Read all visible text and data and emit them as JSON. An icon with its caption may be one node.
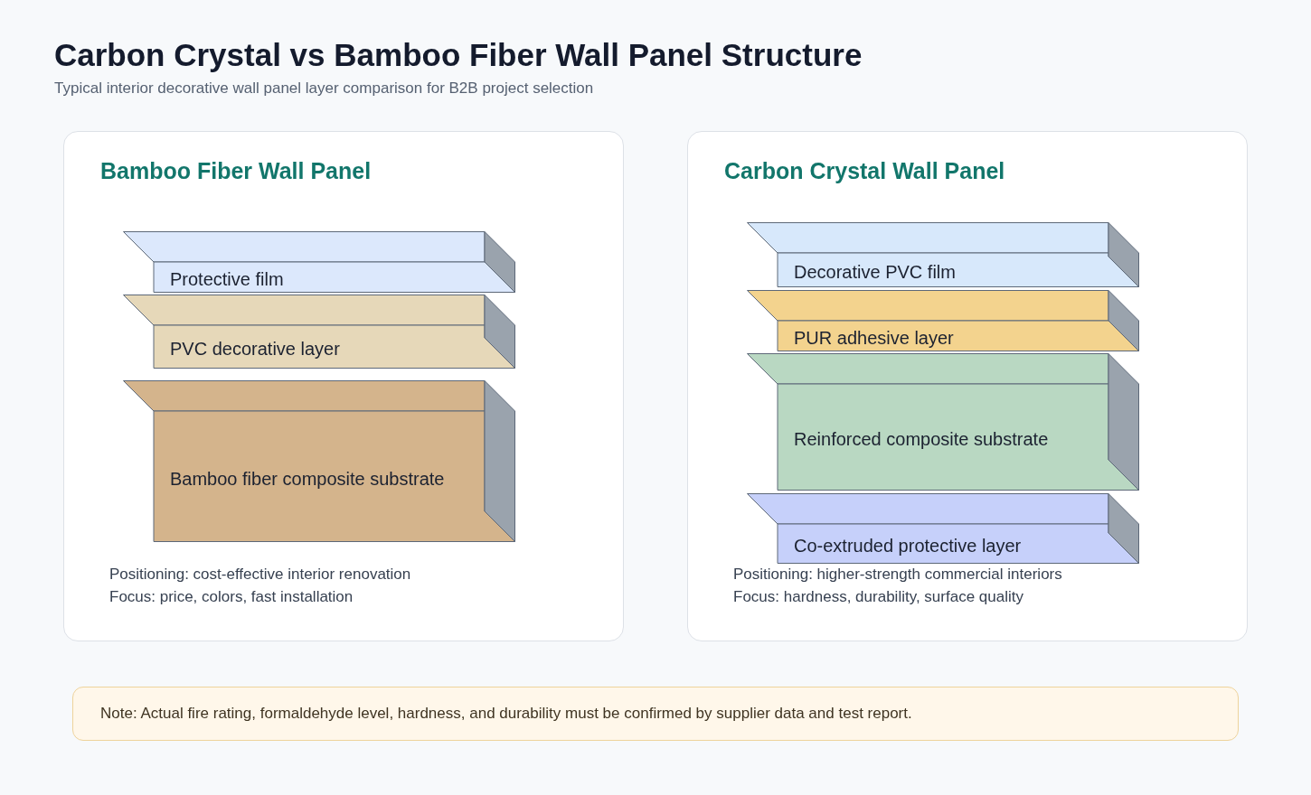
{
  "diagram": {
    "title": "Carbon Crystal vs Bamboo Fiber Wall Panel Structure",
    "caption": "Typical interior decorative wall panel layer comparison for B2B project selection",
    "nodes": [
      {
        "text": [
          "Bamboo Fiber Wall Panel",
          "Positioning: cost-effective interior renovation",
          "Focus: price, colors, fast installation"
        ]
      },
      {
        "text": [
          "Protective film"
        ],
        "in": 0
      },
      {
        "text": [
          "PVC decorative layer"
        ],
        "in": 0
      },
      {
        "text": [
          "Bamboo fiber composite substrate"
        ],
        "in": 0
      },
      {
        "text": [
          "Carbon Crystal Wall Panel",
          "Positioning: higher-strength commercial interiors",
          "Focus: hardness, durability, surface quality"
        ]
      },
      {
        "text": [
          "Decorative PVC film"
        ],
        "in": 4
      },
      {
        "text": [
          "PUR adhesive layer"
        ],
        "in": 4
      },
      {
        "text": [
          "Reinforced composite substrate"
        ],
        "in": 4
      },
      {
        "text": [
          "Co-extruded protective layer"
        ],
        "in": 4
      },
      {
        "text": [
          "Note: Actual fire rating, formaldehyde level, hardness, and durability must be confirmed by supplier data and test report."
        ]
      }
    ]
  }
}
